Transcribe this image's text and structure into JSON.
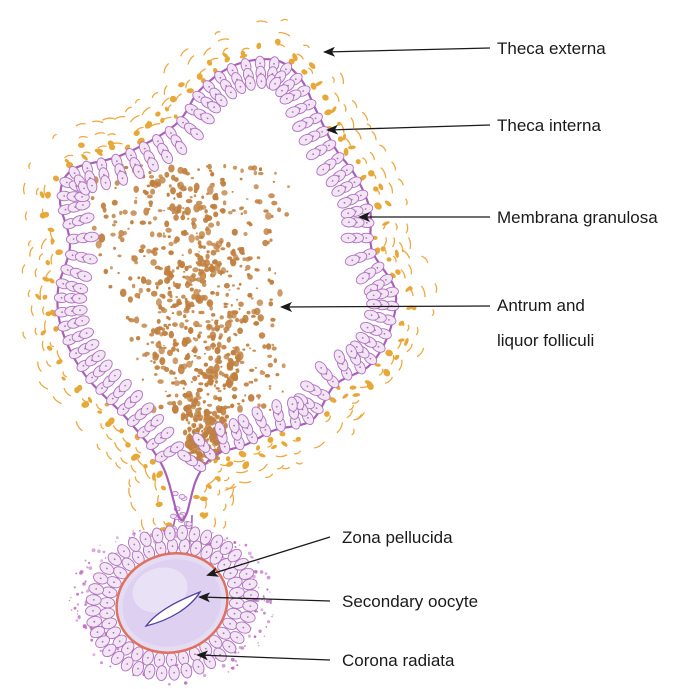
{
  "labels": {
    "theca_externa": "Theca externa",
    "theca_interna": "Theca interna",
    "membrana_granulosa": "Membrana granulosa",
    "antrum_line1": "Antrum and",
    "antrum_line2": "liquor folliculi",
    "zona_pellucida": "Zona pellucida",
    "secondary_oocyte": "Secondary oocyte",
    "corona_radiata": "Corona radiata"
  },
  "colors": {
    "granulosa_cell_fill": "#f2e6f4",
    "granulosa_cell_stroke": "#b070c0",
    "basement_membrane": "#a860b8",
    "theca_interna_dots": "#e8a838",
    "theca_externa_dashes": "#f0a840",
    "antrum_fluid": "#c08040",
    "zona_pellucida": "#e07060",
    "oocyte_fill": "#ddd0f0",
    "nucleus_stroke": "#5040a0",
    "corona_speckle": "#c070c0",
    "arrow": "#1a1a1a"
  }
}
